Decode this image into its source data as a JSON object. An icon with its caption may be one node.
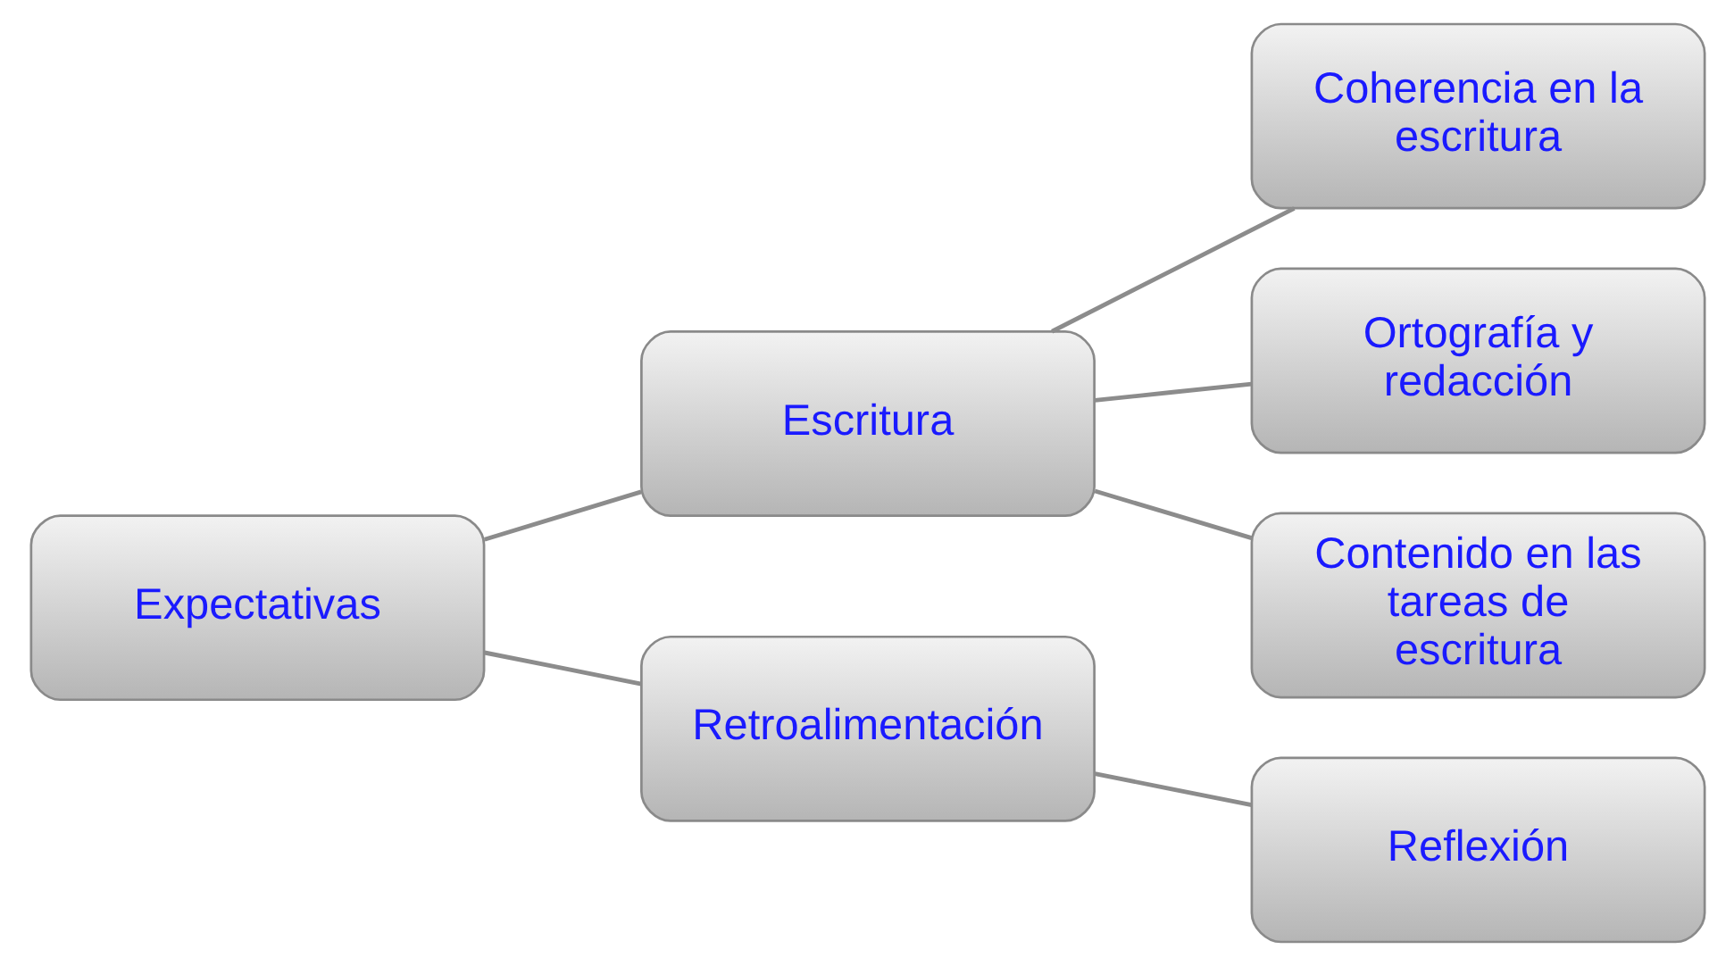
{
  "diagram": {
    "nodes": [
      {
        "text": [
          "Expectativas"
        ]
      },
      {
        "text": [
          "Escritura"
        ]
      },
      {
        "text": [
          "Retroalimentación"
        ]
      },
      {
        "text": [
          "Coherencia en la escritura"
        ]
      },
      {
        "text": [
          "Ortografía y redacción"
        ]
      },
      {
        "text": [
          "Contenido en las tareas de escritura"
        ]
      },
      {
        "text": [
          "Reflexión"
        ]
      }
    ],
    "edges": [
      {
        "from": 0,
        "to": 1,
        "arrow": "none"
      },
      {
        "from": 0,
        "to": 2,
        "arrow": "none"
      },
      {
        "from": 1,
        "to": 3,
        "arrow": "none"
      },
      {
        "from": 1,
        "to": 4,
        "arrow": "none"
      },
      {
        "from": 1,
        "to": 5,
        "arrow": "none"
      },
      {
        "from": 2,
        "to": 6,
        "arrow": "none"
      }
    ]
  }
}
